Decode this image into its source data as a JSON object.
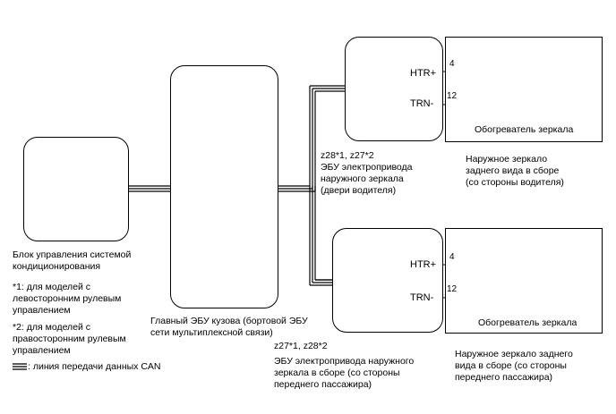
{
  "units": {
    "ac_unit": {
      "label": "Блок управления системой\nкондиционирования"
    },
    "main_body_ecu": {
      "label": "Главный ЭБУ кузова (бортовой ЭБУ\nсети мультиплексной связи)"
    },
    "driver_mirror_ecu": {
      "code": "z28*1, z27*2",
      "label": "ЭБУ электропривода\nнаружного зеркала\n(двери водителя)",
      "terminal_htr": "HTR+",
      "terminal_trn": "TRN-"
    },
    "passenger_mirror_ecu": {
      "code": "z27*1, z28*2",
      "label": "ЭБУ электропривода наружного\nзеркала в сборе (со стороны\nпереднего пассажира)",
      "terminal_htr": "HTR+",
      "terminal_trn": "TRN-"
    },
    "driver_mirror": {
      "pin_htr": "4",
      "pin_trn": "12",
      "heater_label": "Обогреватель зеркала",
      "label": "Наружное зеркало\nзаднего вида в сборе\n(со стороны водителя)"
    },
    "passenger_mirror": {
      "pin_htr": "4",
      "pin_trn": "12",
      "heater_label": "Обогреватель зеркала",
      "label": "Наружное зеркало заднего\nвида в сборе (со стороны\nпереднего пассажира)"
    }
  },
  "notes": {
    "note1": "*1: для моделей с\nлевосторонним рулевым\nуправлением",
    "note2": "*2: для моделей с\nправосторонним рулевым\nуправлением",
    "legend_can": ": линия передачи данных CAN"
  }
}
